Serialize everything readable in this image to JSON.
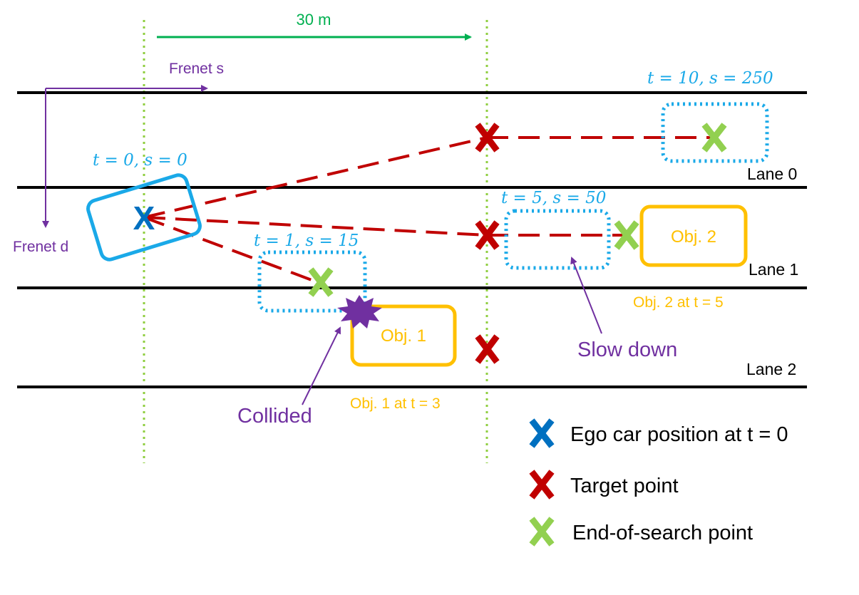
{
  "colors": {
    "road_line": "#000000",
    "spacing_guide": "#8fce3f",
    "distance_arrow": "#00b050",
    "frenet_axes": "#7030a0",
    "ego": "#0070c0",
    "ego_box": "#1aa9e8",
    "target": "#c00000",
    "end_of_search": "#92d050",
    "search_box": "#1aa9e8",
    "object": "#ffc000",
    "collision": "#7030a0"
  },
  "distance": {
    "label": "30 m"
  },
  "frenet": {
    "s_label": "Frenet s",
    "d_label": "Frenet d"
  },
  "lanes": [
    "Lane 0",
    "Lane 1",
    "Lane 2"
  ],
  "ego": {
    "label": "t = 0, s = 0",
    "marker": "X"
  },
  "search_boxes": [
    {
      "label": "t = 10, s = 250"
    },
    {
      "label": "t = 5, s = 50"
    },
    {
      "label": "t = 1, s = 15"
    }
  ],
  "objects": [
    {
      "name": "Obj. 1",
      "caption": "Obj. 1 at t = 3"
    },
    {
      "name": "Obj. 2",
      "caption": "Obj. 2 at t = 5"
    }
  ],
  "annotations": {
    "slow_down": "Slow down",
    "collided": "Collided"
  },
  "legend": [
    {
      "icon": "blue-x-icon",
      "label": "Ego car position at t = 0"
    },
    {
      "icon": "red-x-icon",
      "label": "Target point"
    },
    {
      "icon": "green-x-icon",
      "label": "End-of-search point"
    }
  ]
}
